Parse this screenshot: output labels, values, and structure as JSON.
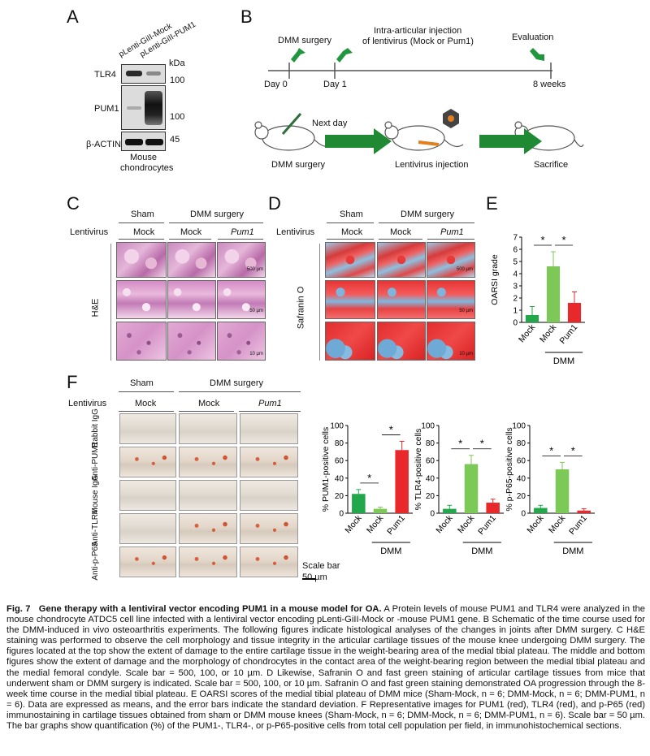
{
  "panels": {
    "A": "A",
    "B": "B",
    "C": "C",
    "D": "D",
    "E": "E",
    "F": "F"
  },
  "panelA": {
    "lanes": [
      "pLenti-GiII-Mock",
      "pLenti-GiII-PUM1"
    ],
    "kda": "kDa",
    "rows": [
      {
        "label": "TLR4",
        "marker": "100"
      },
      {
        "label": "PUM1",
        "marker": "100"
      },
      {
        "label": "β-ACTIN",
        "marker": "45"
      }
    ],
    "footer_line1": "Mouse",
    "footer_line2": "chondrocytes"
  },
  "panelB": {
    "dmm_label": "DMM surgery",
    "injection_line1": "Intra-articular injection",
    "injection_line2": "of lentivirus (Mock or Pum1)",
    "evaluation": "Evaluation",
    "day0": "Day  0",
    "day1": "Day 1",
    "weeks": "8 weeks",
    "next_day": "Next day",
    "step1": "DMM surgery",
    "step2": "Lentivirus injection",
    "step3": "Sacrifice"
  },
  "panelC": {
    "sham": "Sham",
    "dmm": "DMM surgery",
    "lentivirus": "Lentivirus",
    "mock1": "Mock",
    "mock2": "Mock",
    "pum1": "Pum1",
    "stain": "H&E",
    "scale_top": "500 µm",
    "scale_mid": "50 µm",
    "scale_bot": "10 µm"
  },
  "panelD": {
    "sham": "Sham",
    "dmm": "DMM surgery",
    "lentivirus": "Lentivirus",
    "mock1": "Mock",
    "mock2": "Mock",
    "pum1": "Pum1",
    "stain": "Safranin O",
    "scale_top": "500 µm",
    "scale_mid": "50 µm",
    "scale_bot": "10 µm"
  },
  "panelF": {
    "sham": "Sham",
    "dmm": "DMM surgery",
    "lentivirus": "Lentivirus",
    "mock1": "Mock",
    "mock2": "Mock",
    "pum1": "Pum1",
    "rows": [
      "Rabbit IgG",
      "Anti-PUM1",
      "Mouse IgG",
      "Anti-TLR4",
      "Anti-p-P65"
    ],
    "scale_label": "Scale bar",
    "scale_value": "50 µm"
  },
  "colors": {
    "mock_sham": "#22a84a",
    "mock_dmm": "#7cc957",
    "pum1": "#e8282b"
  },
  "chart_data": [
    {
      "id": "E",
      "type": "bar",
      "categories": [
        "Mock",
        "Mock",
        "Pum1"
      ],
      "group_label": "DMM",
      "values": [
        0.6,
        4.6,
        1.6
      ],
      "errors": [
        0.7,
        1.2,
        0.9
      ],
      "ylabel": "OARSI grade",
      "ylim": [
        0,
        7
      ],
      "yticks": [
        0,
        1,
        2,
        3,
        4,
        5,
        6,
        7
      ],
      "significance": [
        "*",
        "*"
      ]
    },
    {
      "id": "F1",
      "type": "bar",
      "categories": [
        "Mock",
        "Mock",
        "Pum1"
      ],
      "group_label": "DMM",
      "values": [
        22,
        5,
        72
      ],
      "errors": [
        5,
        2,
        10
      ],
      "ylabel": "% PUM1-positive cells",
      "ylim": [
        0,
        100
      ],
      "yticks": [
        0,
        20,
        40,
        60,
        80,
        100
      ],
      "significance": [
        "*",
        "*"
      ]
    },
    {
      "id": "F2",
      "type": "bar",
      "categories": [
        "Mock",
        "Mock",
        "Pum1"
      ],
      "group_label": "DMM",
      "values": [
        5,
        56,
        12
      ],
      "errors": [
        4,
        10,
        4
      ],
      "ylabel": "% TLR4-positive cells",
      "ylim": [
        0,
        100
      ],
      "yticks": [
        0,
        20,
        40,
        60,
        80,
        100
      ],
      "significance": [
        "*",
        "*"
      ]
    },
    {
      "id": "F3",
      "type": "bar",
      "categories": [
        "Mock",
        "Mock",
        "Pum1"
      ],
      "group_label": "DMM",
      "values": [
        6,
        50,
        3
      ],
      "errors": [
        3,
        8,
        2
      ],
      "ylabel": "% p-P65-positive cells",
      "ylim": [
        0,
        100
      ],
      "yticks": [
        0,
        20,
        40,
        60,
        80,
        100
      ],
      "significance": [
        "*",
        "*"
      ]
    }
  ],
  "caption": {
    "fig": "Fig. 7",
    "title": "Gene therapy with a lentiviral vector encoding PUM1 in a mouse model for OA.",
    "body": "A Protein levels of mouse PUM1 and TLR4 were analyzed in the mouse chondrocyte ATDC5 cell line infected with a lentiviral vector encoding pLenti-GiII-Mock or -mouse PUM1 gene. B Schematic of the time course used for the DMM-induced in vivo osteoarthritis experiments. The following figures indicate histological analyses of the changes in joints after DMM surgery. C H&E staining was performed to observe the cell morphology and tissue integrity in the articular cartilage tissues of the mouse knee undergoing DMM surgery. The figures located at the top show the extent of damage to the entire cartilage tissue in the weight-bearing area of the medial tibial plateau. The middle and bottom figures show the extent of damage and the morphology of chondrocytes in the contact area of the weight-bearing region between the medial tibial plateau and the medial femoral condyle. Scale bar = 500, 100, or 10 µm. D Likewise, Safranin O and fast green staining of articular cartilage tissues from mice that underwent sham or DMM surgery is indicated. Scale bar = 500, 100, or 10 µm. Safranin O and fast green staining demonstrated OA progression through the 8-week time course in the medial tibial plateau. E OARSI scores of the medial tibial plateau of DMM mice (Sham-Mock, n = 6; DMM-Mock, n = 6; DMM-PUM1, n = 6). Data are expressed as means, and the error bars indicate the standard deviation. F Representative images for PUM1 (red), TLR4 (red), and p-P65 (red) immunostaining in cartilage tissues obtained from sham or DMM mouse knees (Sham-Mock, n = 6; DMM-Mock, n = 6; DMM-PUM1, n = 6). Scale bar = 50 µm. The bar graphs show quantification (%) of the PUM1-, TLR4-, or p-P65-positive cells from total cell population per field, in immunohistochemical sections."
  }
}
